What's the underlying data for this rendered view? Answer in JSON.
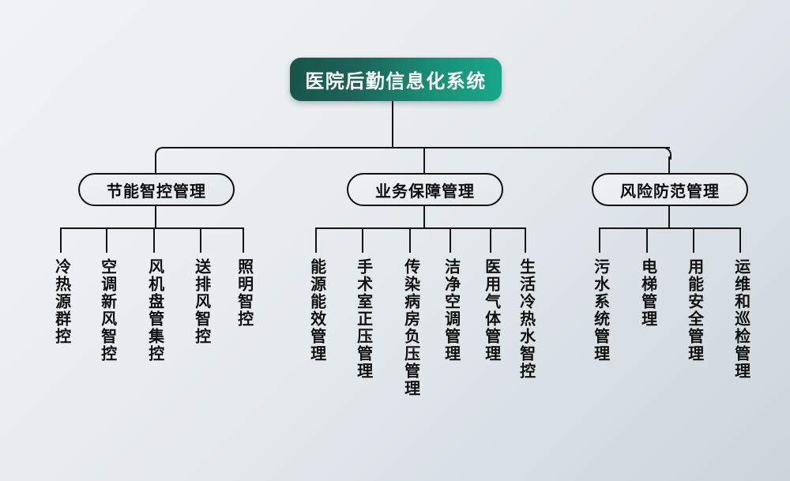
{
  "diagram": {
    "title": "医院后勤信息化系统",
    "background_from": "#f0f3f4",
    "background_to": "#ccd5da",
    "root_color_from": "#17544a",
    "root_color_to": "#17a98b",
    "line_color": "#141414",
    "box_fill": "#e8ecee",
    "box_border": "#111111"
  },
  "groups": [
    {
      "label": "节能智控管理",
      "leaves": [
        {
          "label": "冷热源群控"
        },
        {
          "label": "空调新风智控"
        },
        {
          "label": "风机盘管集控"
        },
        {
          "label": "送排风智控"
        },
        {
          "label": "照明智控"
        }
      ]
    },
    {
      "label": "业务保障管理",
      "leaves": [
        {
          "label": "能源能效管理"
        },
        {
          "label": "手术室正压管理"
        },
        {
          "label": "传染病房负压管理"
        },
        {
          "label": "洁净空调管理"
        },
        {
          "label": "医用气体管理"
        },
        {
          "label": "生活冷热水智控"
        }
      ]
    },
    {
      "label": "风险防范管理",
      "leaves": [
        {
          "label": "污水系统管理"
        },
        {
          "label": "电梯管理"
        },
        {
          "label": "用能安全管理"
        },
        {
          "label": "运维和巡检管理"
        }
      ]
    }
  ]
}
